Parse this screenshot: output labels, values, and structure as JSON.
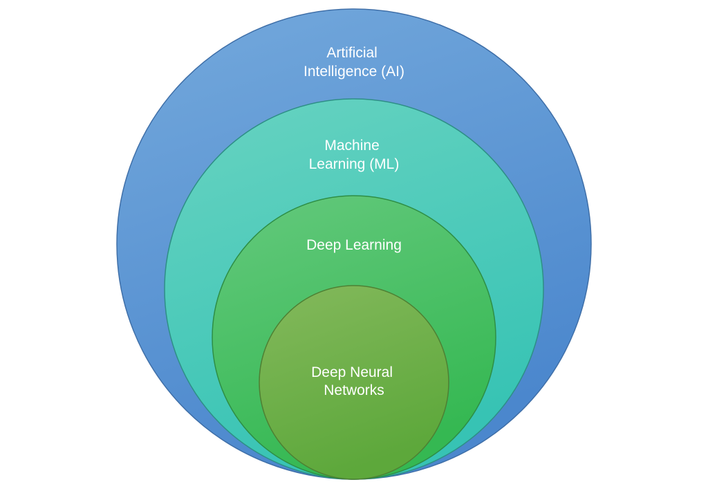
{
  "diagram": {
    "layers": [
      {
        "label_lines": [
          "Artificial",
          "Intelligence (AI)"
        ],
        "gradient": [
          "#74a9dc",
          "#4b87cd"
        ]
      },
      {
        "label_lines": [
          "Machine",
          "Learning (ML)"
        ],
        "gradient": [
          "#68d3c1",
          "#37c3b4"
        ]
      },
      {
        "label_lines": [
          "Deep Learning"
        ],
        "gradient": [
          "#64c97d",
          "#35b852"
        ]
      },
      {
        "label_lines": [
          "Deep Neural",
          "Networks"
        ],
        "gradient": [
          "#84b95c",
          "#5da83b"
        ]
      }
    ]
  }
}
